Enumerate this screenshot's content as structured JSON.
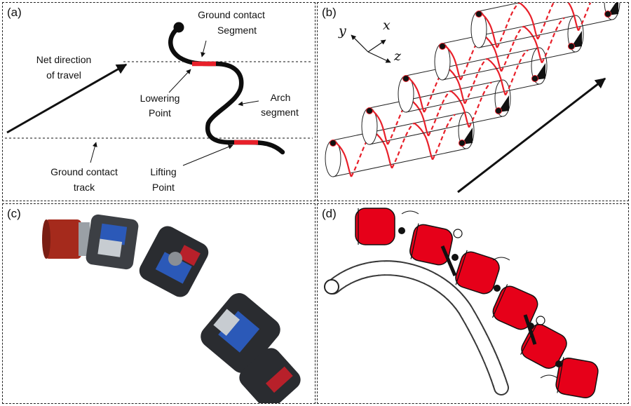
{
  "panels": {
    "a": {
      "label": "(a)",
      "texts": {
        "ground_contact_segment_1": "Ground contact",
        "ground_contact_segment_2": "Segment",
        "net_direction_1": "Net direction",
        "net_direction_2": "of travel",
        "lowering_point_1": "Lowering",
        "lowering_point_2": "Point",
        "arch_segment_1": "Arch",
        "arch_segment_2": "segment",
        "ground_contact_track_1": "Ground contact",
        "ground_contact_track_2": "track",
        "lifting_point_1": "Lifting",
        "lifting_point_2": "Point"
      }
    },
    "b": {
      "label": "(b)",
      "axes": {
        "x": "x",
        "y": "y",
        "z": "z"
      }
    },
    "c": {
      "label": "(c)"
    },
    "d": {
      "label": "(d)"
    }
  },
  "colors": {
    "contact_red": "#e8202a",
    "module_red": "#e60019",
    "module_blue": "#2b59b8",
    "dark": "#111111"
  }
}
